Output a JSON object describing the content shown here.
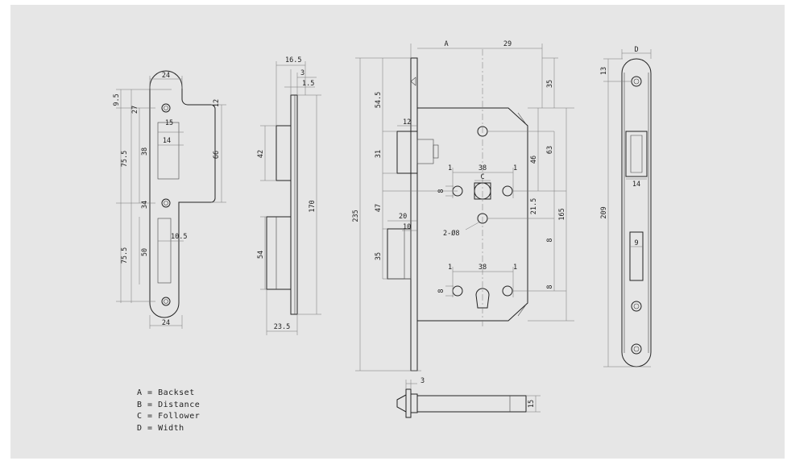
{
  "legend": {
    "a": "A = Backset",
    "b": "B = Distance",
    "c": "C = Follower",
    "d": "D = Width"
  },
  "strike_plate": {
    "top_width": "24",
    "bottom_width": "24",
    "d95": "9.5",
    "d27": "27",
    "d12": "12",
    "d15": "15",
    "d14": "14",
    "d38": "38",
    "d66": "66",
    "d755a": "75.5",
    "d34": "34",
    "d105": "10.5",
    "d50": "50",
    "d755b": "75.5"
  },
  "side_view": {
    "d165": "16.5",
    "d3": "3",
    "d15": "1.5",
    "d42": "42",
    "d170": "170",
    "d54": "54",
    "d235": "23.5"
  },
  "main_view": {
    "A": "A",
    "d29": "29",
    "d35": "35",
    "d545": "54.5",
    "d12": "12",
    "d31": "31",
    "d46": "46",
    "d63": "63",
    "d1a": "1",
    "d38a": "38",
    "d1b": "1",
    "C": "C",
    "d8a": "8",
    "d215": "21.5",
    "d165": "165",
    "d47": "47",
    "d20": "20",
    "d10": "10",
    "d2o8": "2-Ø8",
    "d8b": "8",
    "d35b": "35",
    "d1c": "1",
    "d38b": "38",
    "d1d": "1",
    "d8c": "8",
    "d8d": "8",
    "d235": "235"
  },
  "faceplate": {
    "D": "D",
    "d13": "13",
    "d14": "14",
    "d209": "209",
    "d9": "9"
  },
  "bolt": {
    "d3": "3",
    "d15": "15"
  }
}
